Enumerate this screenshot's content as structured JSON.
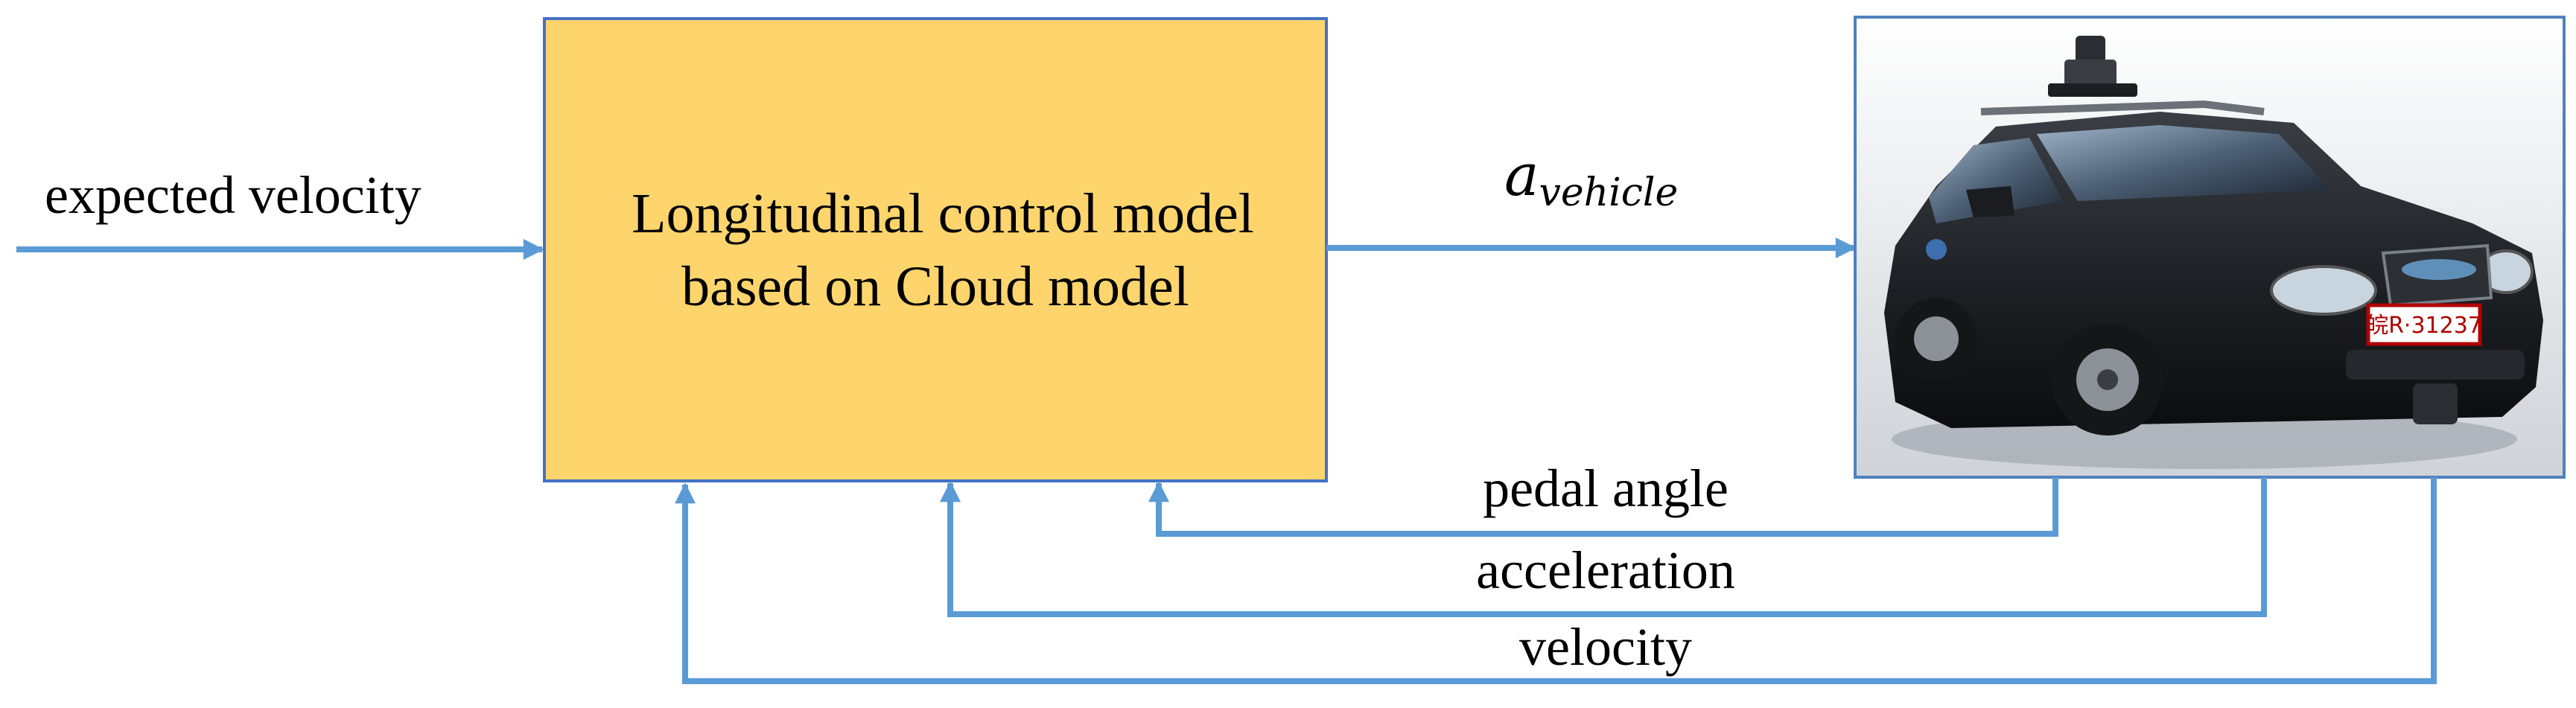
{
  "colors": {
    "arrow": "#5b9bd5",
    "control_block_fill": "#fdd56c",
    "control_block_border": "#4472c4",
    "vehicle_frame": "#4f81bd",
    "text": "#000000"
  },
  "input": {
    "label": "expected velocity"
  },
  "control_block": {
    "line1": "Longitudinal control model",
    "line2": "based on Cloud model"
  },
  "output": {
    "symbol": "a",
    "subscript": "vehicle"
  },
  "vehicle": {
    "image": "autonomous-test-vehicle-photo",
    "plate_text": "皖R·31237"
  },
  "feedback": [
    {
      "label": "pedal angle"
    },
    {
      "label": "acceleration"
    },
    {
      "label": "velocity"
    }
  ]
}
